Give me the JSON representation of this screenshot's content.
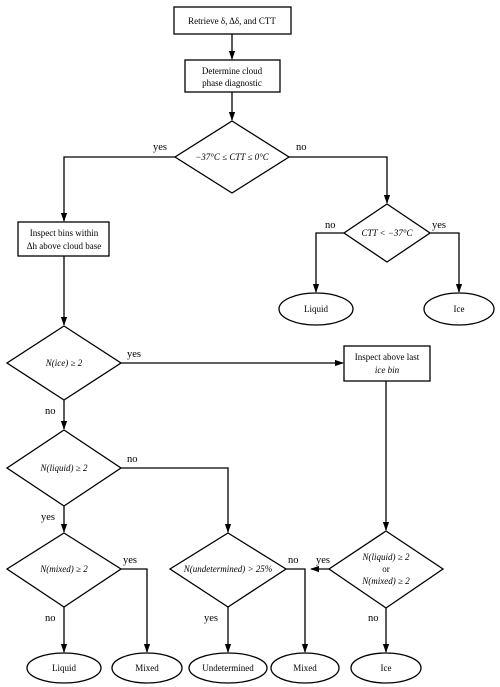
{
  "nodes": {
    "retrieve": "Retrieve δ, Δδ, and CTT",
    "determine_l1": "Determine cloud",
    "determine_l2": "phase diagnostic",
    "d_ctt_range": "−37°C ≤ CTT ≤ 0°C",
    "inspect_bins_l1": "Inspect bins within",
    "inspect_bins_l2": "Δh above cloud base",
    "d_ctt_cold": "CTT < −37°C",
    "term_liquid_top": "Liquid",
    "term_ice_top": "Ice",
    "d_nice": "N(ice) ≥ 2",
    "inspect_last_ice_l1": "Inspect above last",
    "inspect_last_ice_l2": "ice bin",
    "d_nliquid": "N(liquid) ≥ 2",
    "d_nmixed": "N(mixed) ≥ 2",
    "d_nundet": "N(undetermined) > 25%",
    "d_combo_l1": "N(liquid) ≥ 2",
    "d_combo_l2": "or",
    "d_combo_l3": "N(mixed) ≥ 2",
    "term_liquid_bottom": "Liquid",
    "term_mixed_1": "Mixed",
    "term_undetermined": "Undetermined",
    "term_mixed_2": "Mixed",
    "term_ice_bottom": "Ice"
  },
  "edge_labels": {
    "yes": "yes",
    "no": "no"
  }
}
